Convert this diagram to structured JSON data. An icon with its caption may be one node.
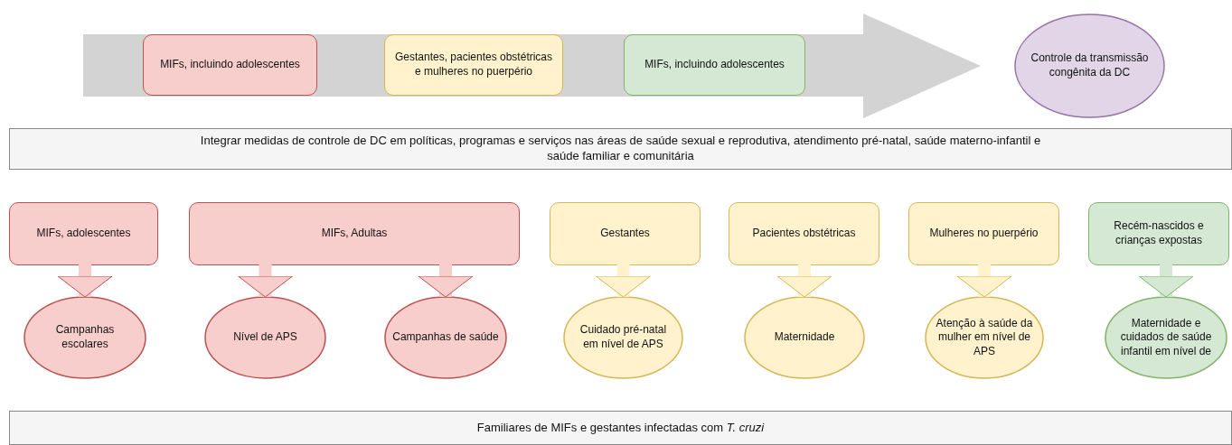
{
  "diagram": {
    "nodes": [
      {
        "text": [],
        "shape": "arrow"
      },
      {
        "text": [
          "MIFs, incluindo adolescentes"
        ],
        "in": 0
      },
      {
        "text": [
          "Gestantes, pacientes obstétricas e mulheres no puerpério"
        ],
        "in": 0
      },
      {
        "text": [
          "MIFs, incluindo adolescentes"
        ],
        "in": 0
      },
      {
        "text": [
          "Controle da transmissão congênita da DC"
        ]
      },
      {
        "text": [
          "Integrar medidas de controle de DC em políticas, programas e serviços nas áreas de saúde sexual e reprodutiva, atendimento pré-natal, saúde materno-infantil e saúde familiar e comunitária"
        ]
      },
      {
        "text": [
          "MIFs, adolescentes"
        ]
      },
      {
        "text": [
          "MIFs, Adultas"
        ]
      },
      {
        "text": [
          "Gestantes"
        ]
      },
      {
        "text": [
          "Pacientes obstétricas"
        ]
      },
      {
        "text": [
          "Mulheres no puerpério"
        ]
      },
      {
        "text": [
          "Recém-nascidos e crianças expostas"
        ]
      },
      {
        "text": [
          "Campanhas escolares"
        ]
      },
      {
        "text": [
          "Nível de APS"
        ]
      },
      {
        "text": [
          "Campanhas de saúde"
        ]
      },
      {
        "text": [
          "Cuidado pré-natal em nível de APS"
        ]
      },
      {
        "text": [
          "Maternidade"
        ]
      },
      {
        "text": [
          "Atenção à saúde da mulher em nível de APS"
        ]
      },
      {
        "text": [
          "Maternidade e cuidados de saúde infantil em nível de"
        ]
      },
      {
        "text": [
          "Familiares de MIFs e gestantes infectadas com *T. cruzi*"
        ]
      }
    ],
    "edges": [
      {
        "from": 6,
        "to": 12,
        "arrow": "to",
        "color": "#f8cecc"
      },
      {
        "from": 7,
        "to": 13,
        "arrow": "to",
        "color": "#f8cecc"
      },
      {
        "from": 7,
        "to": 14,
        "arrow": "to",
        "color": "#f8cecc"
      },
      {
        "from": 8,
        "to": 15,
        "arrow": "to",
        "color": "#fff2cc"
      },
      {
        "from": 9,
        "to": 16,
        "arrow": "to",
        "color": "#fff2cc"
      },
      {
        "from": 10,
        "to": 17,
        "arrow": "to",
        "color": "#fff2cc"
      },
      {
        "from": 11,
        "to": 18,
        "arrow": "to",
        "color": "#d5e8d4"
      }
    ]
  }
}
